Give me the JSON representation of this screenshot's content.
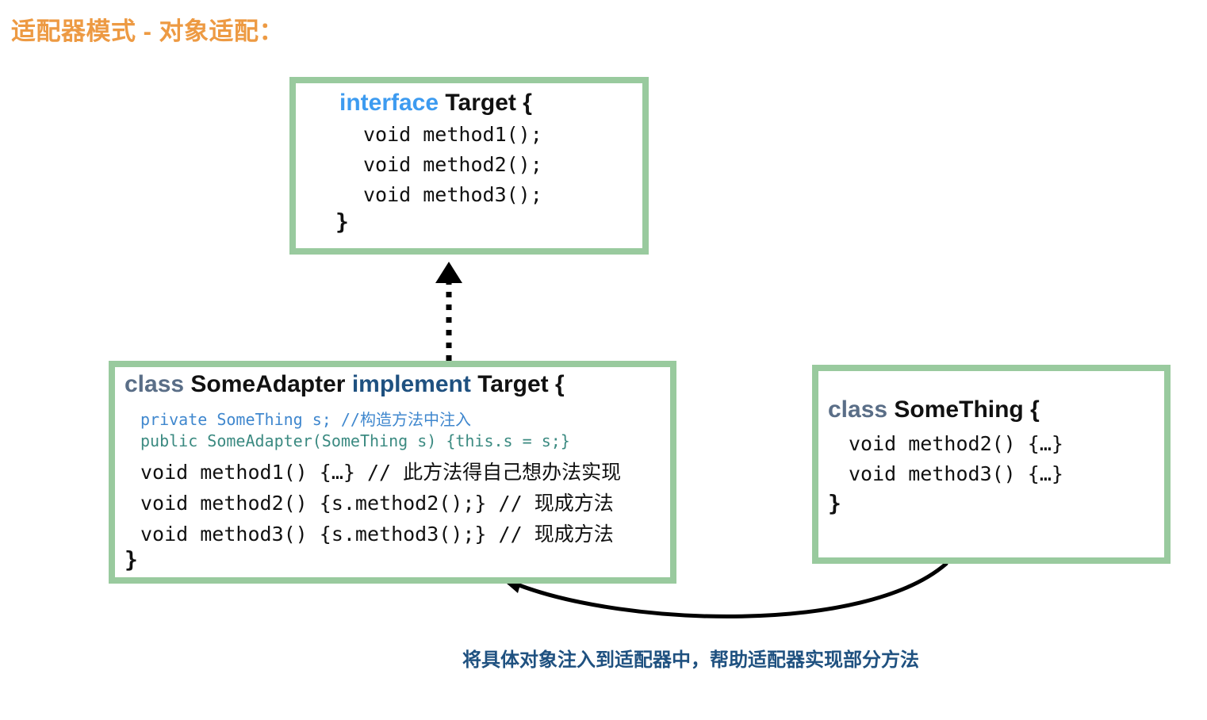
{
  "page": {
    "title": "适配器模式 - 对象适配：",
    "title_color": "#ED9A43",
    "background": "#ffffff"
  },
  "theme": {
    "box_border_color": "#99CA9E",
    "box_fill": "#ffffff",
    "keyword_interface_color": "#3D9BF0",
    "keyword_class_color": "#5A6E87",
    "keyword_implement_color": "#1F5180",
    "field_line_color": "#3F87CE",
    "constructor_line_color": "#3B8A81",
    "code_text_color": "#111111",
    "caption_color": "#1F5180",
    "arrow_color": "#000000"
  },
  "boxes": {
    "target": {
      "name": "Target",
      "keyword": "interface",
      "signature_rest": "Target {",
      "lines": [
        "void method1();",
        "void method2();",
        "void method3();"
      ],
      "close_brace": "}"
    },
    "adapter": {
      "name": "SomeAdapter",
      "keyword": "class",
      "signature_mid": "SomeAdapter",
      "keyword2": "implement",
      "signature_rest": "Target {",
      "field_line": "private SomeThing s; //构造方法中注入",
      "constructor_line": "public SomeAdapter(SomeThing s) {this.s = s;}",
      "method_lines": [
        "void method1() {…} //  此方法得自己想办法实现",
        "void method2() {s.method2();} //  现成方法",
        "void method3() {s.method3();} //  现成方法"
      ],
      "close_brace": "}"
    },
    "something": {
      "name": "SomeThing",
      "keyword": "class",
      "signature_rest": "SomeThing {",
      "lines": [
        "void method2() {…}",
        "void method3() {…}"
      ],
      "close_brace": "}"
    }
  },
  "arrows": {
    "implements": {
      "style": "dotted-line-with-hollow-triangle",
      "from": "adapter",
      "to": "target"
    },
    "injection": {
      "style": "curved-solid-with-arrowhead",
      "from": "something",
      "to": "adapter"
    }
  },
  "caption": {
    "text": "将具体对象注入到适配器中，帮助适配器实现部分方法"
  }
}
